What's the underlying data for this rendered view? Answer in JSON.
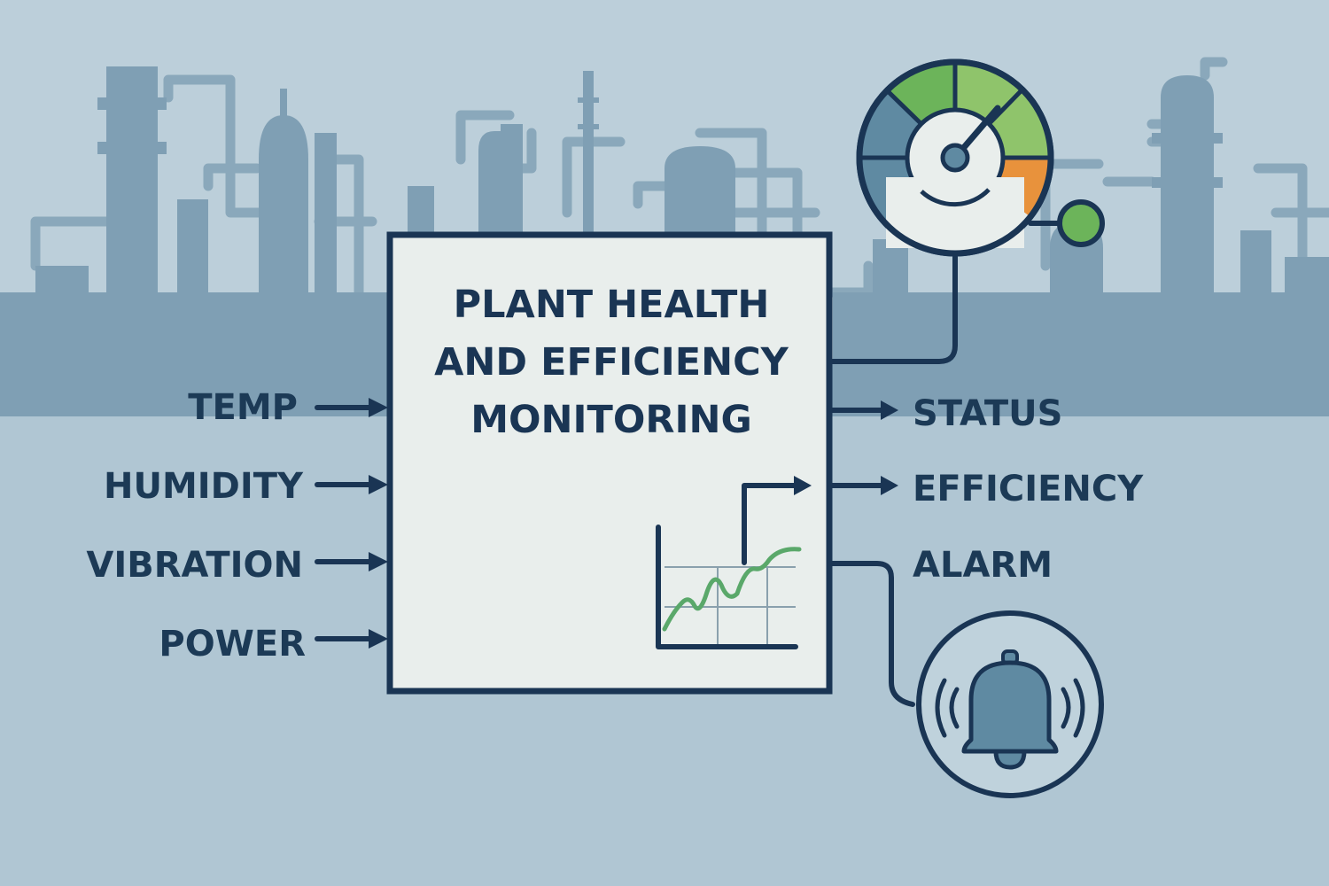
{
  "title": {
    "lines": [
      "PLANT HEALTH",
      "AND EFFICIENCY",
      "MONITORING"
    ]
  },
  "inputs": [
    {
      "label": "TEMP"
    },
    {
      "label": "HUMIDITY"
    },
    {
      "label": "VIBRATION"
    },
    {
      "label": "POWER"
    }
  ],
  "outputs": [
    {
      "label": "STATUS"
    },
    {
      "label": "EFFICIENCY"
    },
    {
      "label": "ALARM"
    }
  ],
  "icons": {
    "gauge": "gauge-icon",
    "status_indicator": "status-dot-icon",
    "trend_chart": "trend-chart-icon",
    "alarm_bell": "alarm-bell-icon",
    "background": "industrial-plant-skyline"
  },
  "colors": {
    "background": "#bccfda",
    "plant_silhouette": "#7f9fb4",
    "line": "#1a3554",
    "box_fill": "#e9eeec",
    "gauge_green": "#6cb45a",
    "gauge_light_green": "#8fc46b",
    "gauge_orange": "#e8923c",
    "gauge_blue": "#5f8aa2",
    "status_green": "#6cb45a",
    "trend_line": "#5aa86a"
  }
}
